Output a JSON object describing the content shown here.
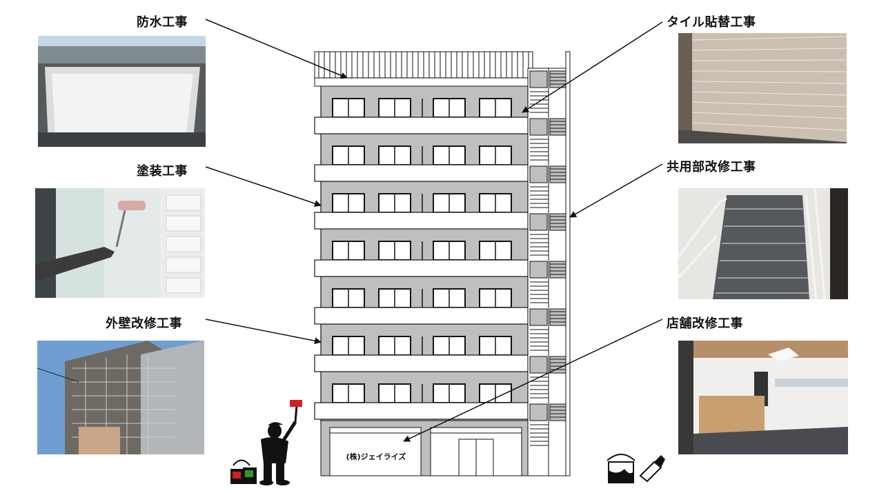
{
  "labels": {
    "waterproofing": "防水工事",
    "painting": "塗装工事",
    "exterior_wall": "外壁改修工事",
    "tile_replacement": "タイル貼替工事",
    "common_area": "共用部改修工事",
    "store": "店舗改修工事"
  },
  "building": {
    "signboard": "(株)ジェイライズ"
  },
  "icons": [
    "painter-figure",
    "paint-buckets-icon",
    "paint-can-brush-icon"
  ],
  "colors": {
    "wall_gray": "#bfbfbf",
    "line_black": "#111111"
  }
}
